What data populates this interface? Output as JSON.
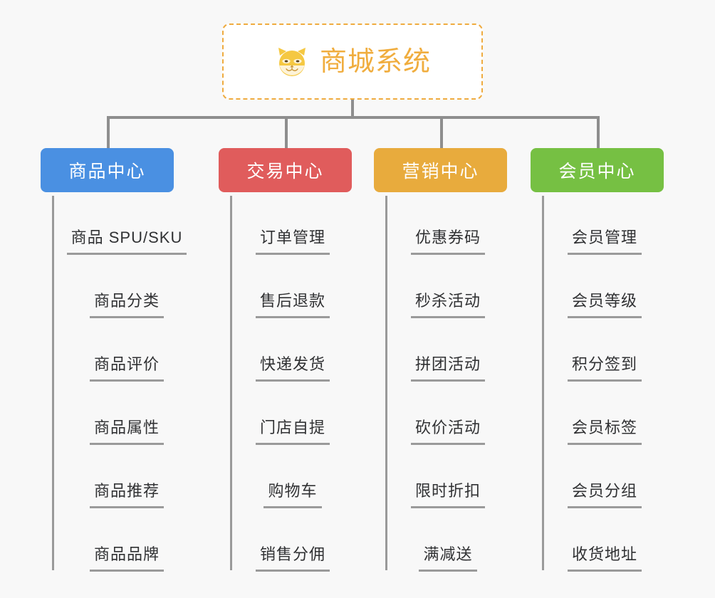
{
  "page": {
    "background_color": "#f8f8f8",
    "line_color": "#8e8e8e"
  },
  "root": {
    "title": "商城系统",
    "logo_icon": "shiba-dog-face-icon",
    "border_color": "#efab3f",
    "text_color": "#f0ad3e",
    "background_color": "#ffffff"
  },
  "categories": [
    {
      "label": "商品中心",
      "color": "#4a90e2",
      "items": [
        "商品 SPU/SKU",
        "商品分类",
        "商品评价",
        "商品属性",
        "商品推荐",
        "商品品牌"
      ]
    },
    {
      "label": "交易中心",
      "color": "#e05c5c",
      "items": [
        "订单管理",
        "售后退款",
        "快递发货",
        "门店自提",
        "购物车",
        "销售分佣"
      ]
    },
    {
      "label": "营销中心",
      "color": "#e8ab3d",
      "items": [
        "优惠券码",
        "秒杀活动",
        "拼团活动",
        "砍价活动",
        "限时折扣",
        "满减送"
      ]
    },
    {
      "label": "会员中心",
      "color": "#76c043",
      "items": [
        "会员管理",
        "会员等级",
        "积分签到",
        "会员标签",
        "会员分组",
        "收货地址"
      ]
    }
  ]
}
